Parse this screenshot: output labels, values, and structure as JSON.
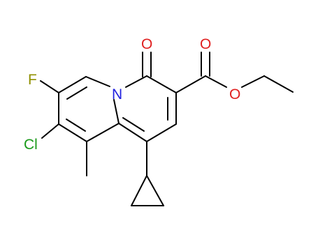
{
  "molecule": {
    "atom_labels": {
      "fluorine": "F",
      "chlorine": "Cl",
      "nitrogen": "N",
      "oxygen_ketone": "O",
      "oxygen_carbonyl": "O",
      "oxygen_ester": "O"
    },
    "colors": {
      "bond": "#000000",
      "fluorine": "#909000",
      "chlorine": "#1a9a1a",
      "nitrogen": "#2020e0",
      "oxygen": "#e02020"
    }
  }
}
